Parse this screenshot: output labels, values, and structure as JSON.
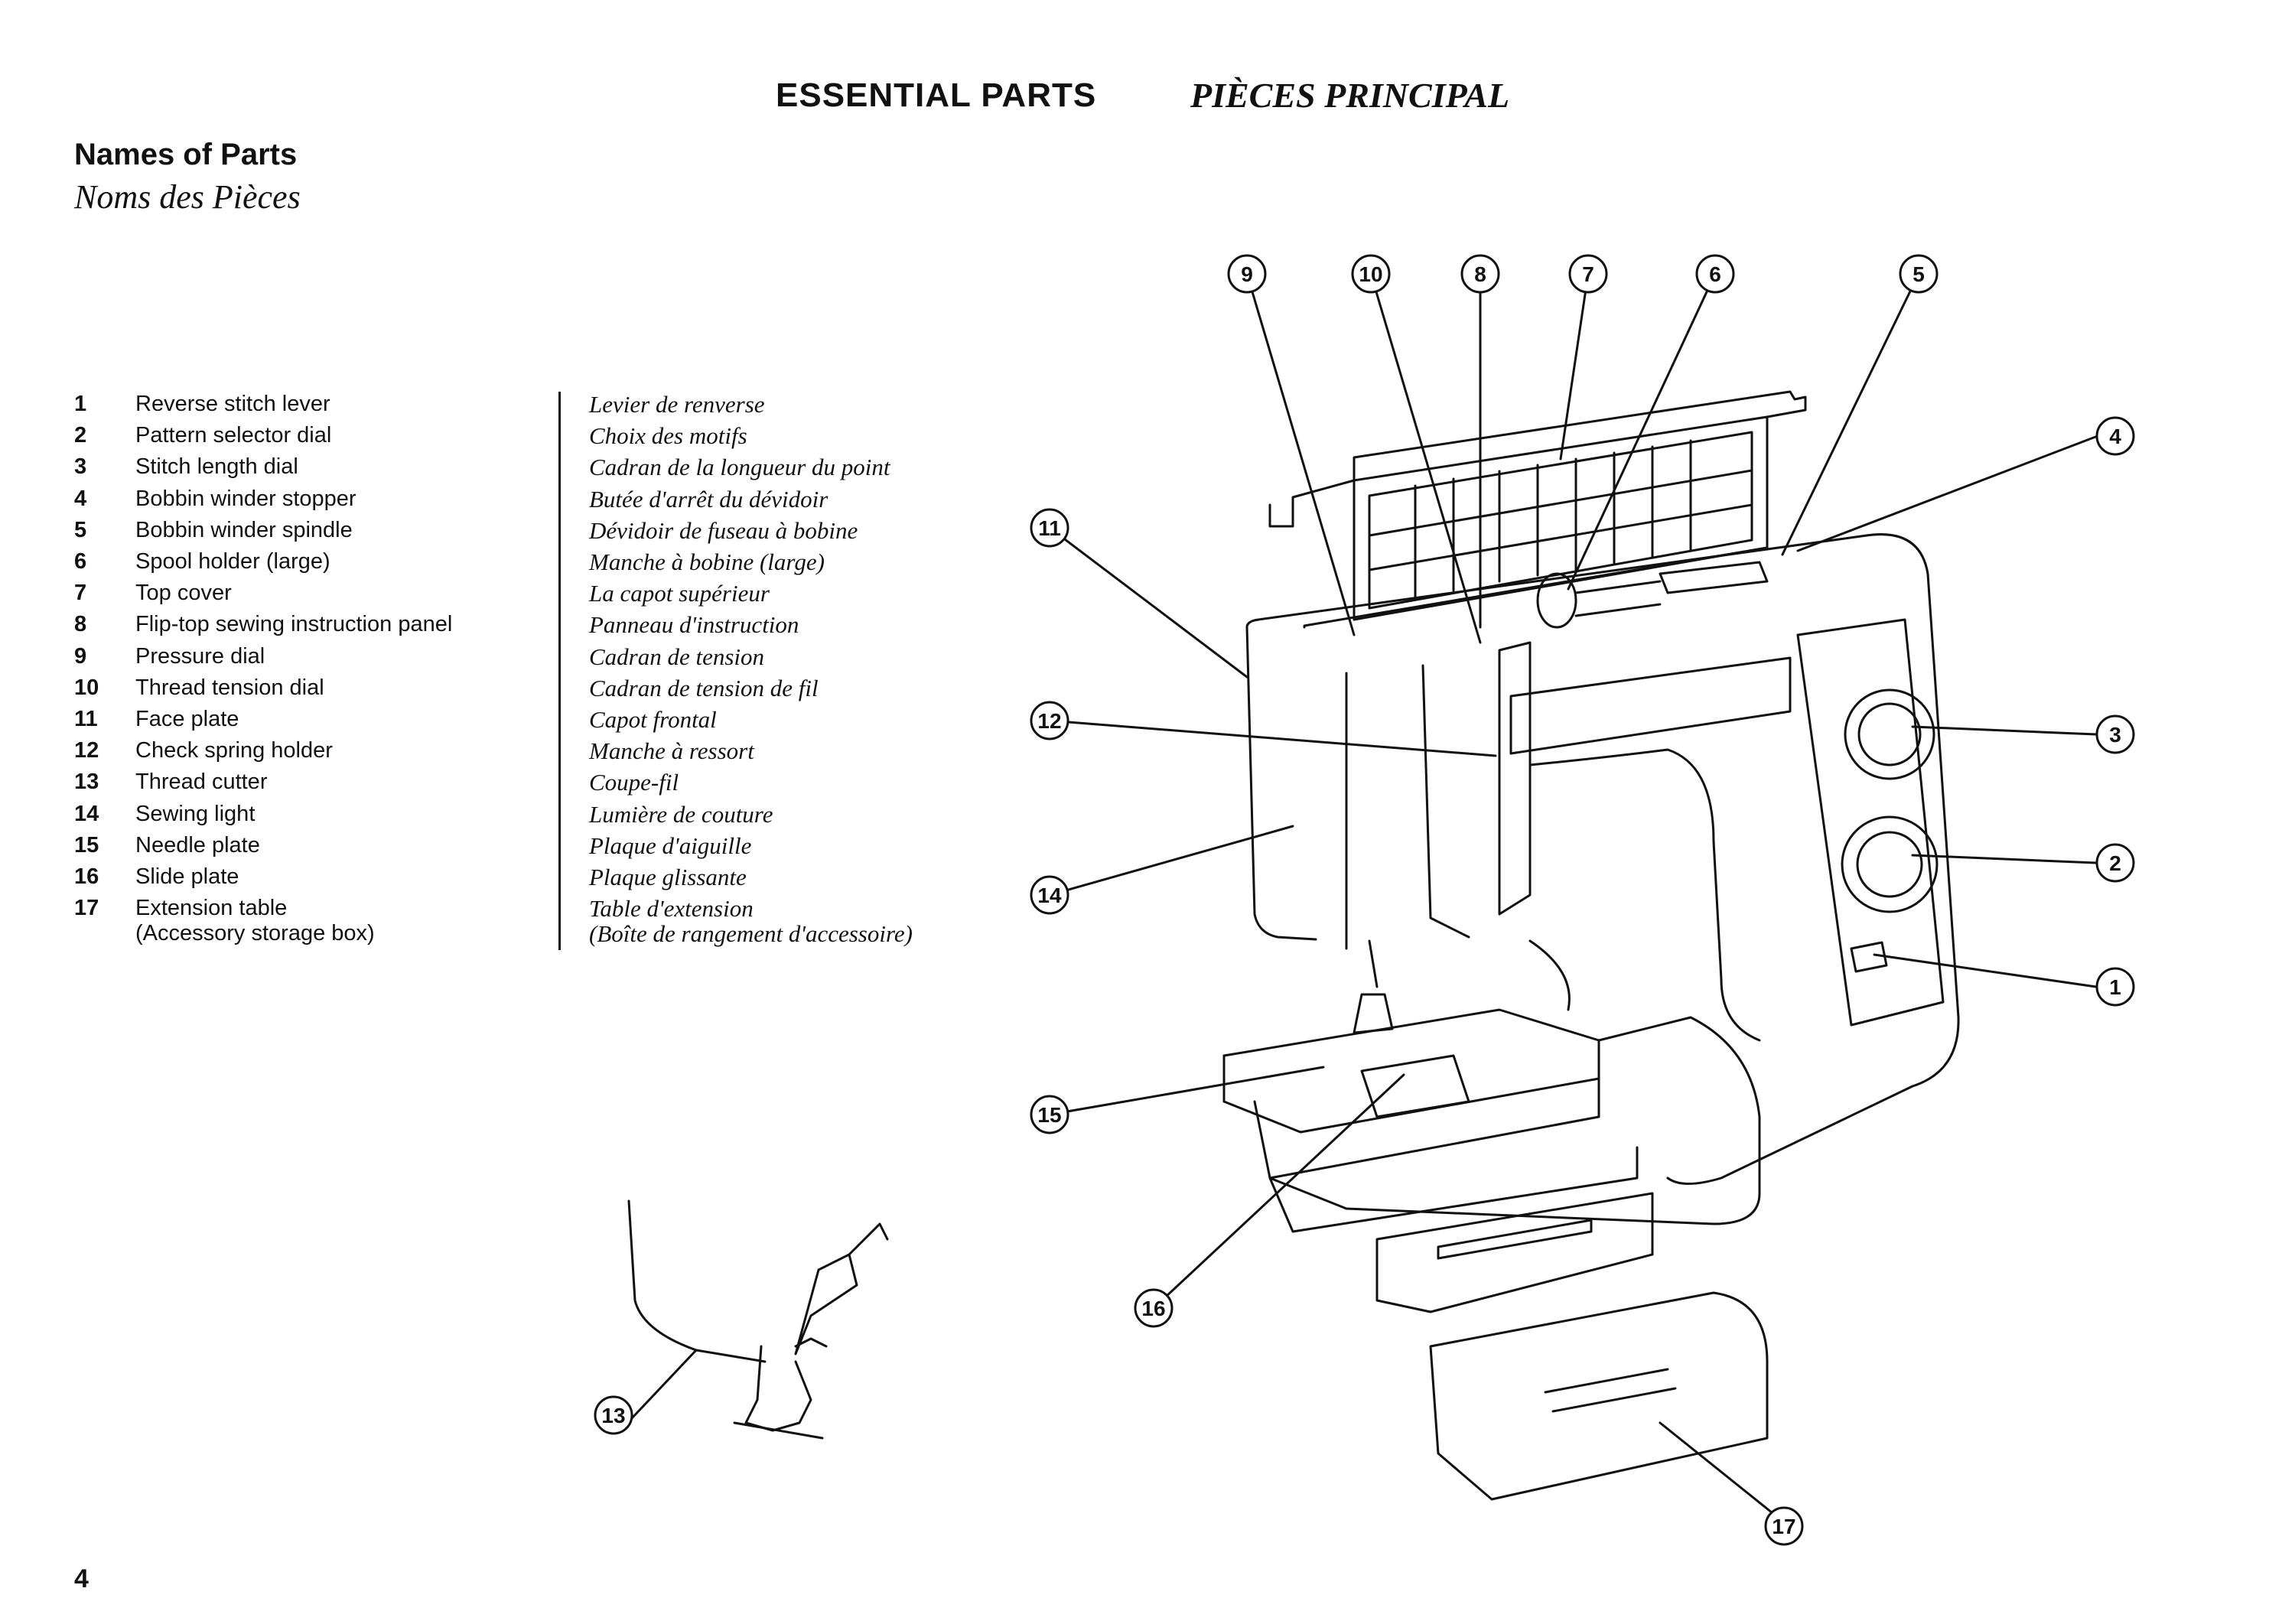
{
  "header": {
    "title_en": "ESSENTIAL PARTS",
    "title_fr": "PIÈCES PRINCIPAL"
  },
  "section": {
    "title_en": "Names of Parts",
    "title_fr": "Noms des Pièces"
  },
  "parts": [
    {
      "num": "1",
      "en": "Reverse stitch lever",
      "fr": "Levier de renverse"
    },
    {
      "num": "2",
      "en": "Pattern selector dial",
      "fr": "Choix des motifs"
    },
    {
      "num": "3",
      "en": "Stitch length dial",
      "fr": "Cadran de la longueur du point"
    },
    {
      "num": "4",
      "en": "Bobbin winder stopper",
      "fr": "Butée d'arrêt du dévidoir"
    },
    {
      "num": "5",
      "en": "Bobbin winder spindle",
      "fr": "Dévidoir de fuseau à bobine"
    },
    {
      "num": "6",
      "en": "Spool holder (large)",
      "fr": "Manche à bobine (large)"
    },
    {
      "num": "7",
      "en": "Top cover",
      "fr": "La capot supérieur"
    },
    {
      "num": "8",
      "en": "Flip-top sewing instruction panel",
      "fr": "Panneau d'instruction"
    },
    {
      "num": "9",
      "en": "Pressure dial",
      "fr": "Cadran de tension"
    },
    {
      "num": "10",
      "en": "Thread tension dial",
      "fr": "Cadran de tension de fil"
    },
    {
      "num": "11",
      "en": "Face plate",
      "fr": "Capot frontal"
    },
    {
      "num": "12",
      "en": "Check spring holder",
      "fr": "Manche à ressort"
    },
    {
      "num": "13",
      "en": "Thread cutter",
      "fr": "Coupe-fil"
    },
    {
      "num": "14",
      "en": "Sewing light",
      "fr": "Lumière de couture"
    },
    {
      "num": "15",
      "en": "Needle plate",
      "fr": "Plaque d'aiguille"
    },
    {
      "num": "16",
      "en": "Slide plate",
      "fr": "Plaque glissante"
    },
    {
      "num": "17",
      "en": "Extension table",
      "fr": "Table d'extension"
    }
  ],
  "part17_extra": {
    "en": "(Accessory storage box)",
    "fr": "(Boîte de rangement d'accessoire)"
  },
  "callouts": [
    "9",
    "10",
    "8",
    "7",
    "6",
    "5",
    "4",
    "11",
    "3",
    "12",
    "2",
    "14",
    "1",
    "15",
    "16",
    "13",
    "17"
  ],
  "page_number": "4"
}
